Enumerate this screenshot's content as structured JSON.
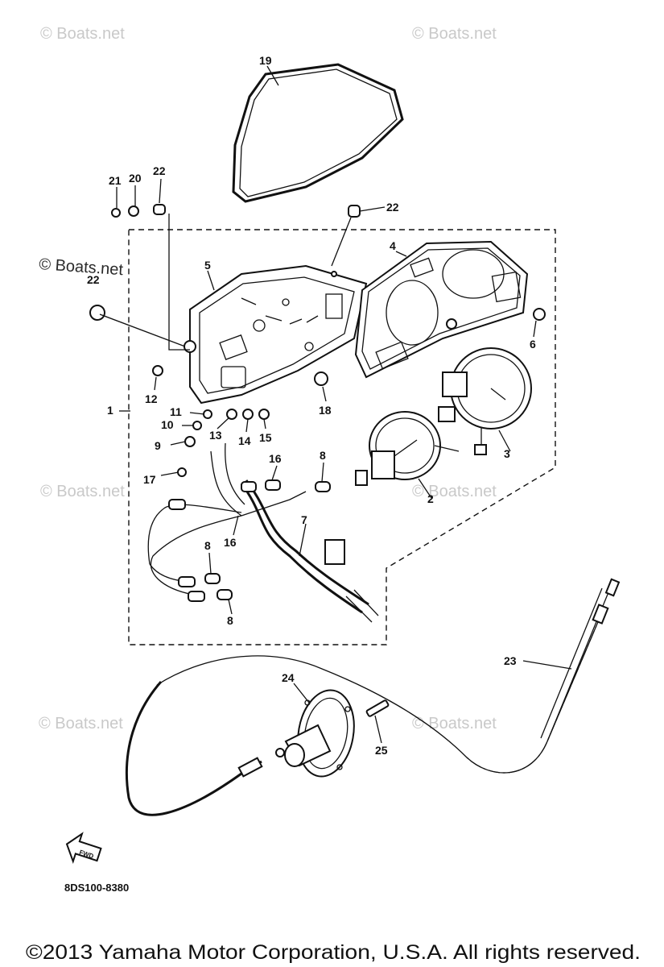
{
  "watermark": "© Boats.net",
  "diagram_code": "8DS100-8380",
  "fwd_label": "FWD",
  "copyright": "©2013 Yamaha Motor Corporation, U.S.A. All rights reserved.",
  "callouts": {
    "c1": "1",
    "c2": "2",
    "c3": "3",
    "c4": "4",
    "c5": "5",
    "c6": "6",
    "c7": "7",
    "c8a": "8",
    "c8b": "8",
    "c8c": "8",
    "c9": "9",
    "c10": "10",
    "c11": "11",
    "c12": "12",
    "c13": "13",
    "c14": "14",
    "c15": "15",
    "c16a": "16",
    "c16b": "16",
    "c17": "17",
    "c18": "18",
    "c19": "19",
    "c20": "20",
    "c21": "21",
    "c22a": "22",
    "c22b": "22",
    "c22c": "22",
    "c23": "23",
    "c24": "24",
    "c25": "25"
  }
}
